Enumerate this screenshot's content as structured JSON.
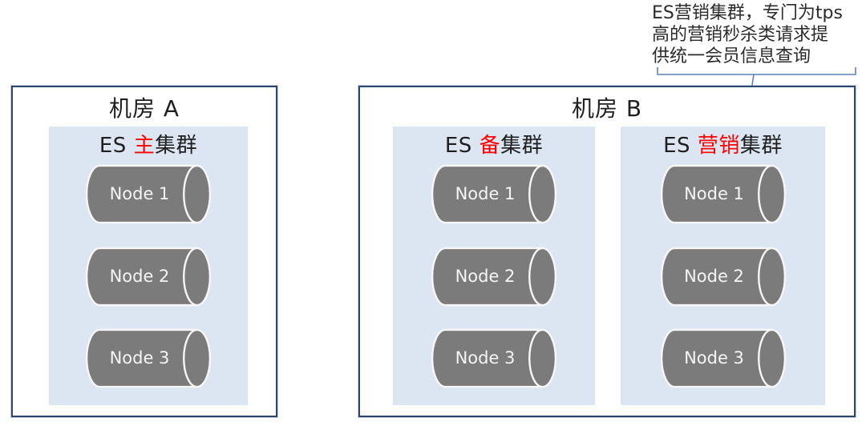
{
  "colors": {
    "border": "#2c4672",
    "cluster_bg": "#dce6f2",
    "cylinder": "#7b7b7b",
    "cylinder_stroke": "#f7f7f7",
    "text": "#1f1f1f",
    "highlight": "#ff0000",
    "node_text": "#f5f5f5",
    "callout_line": "#5e81bd"
  },
  "annotation": {
    "lines": [
      "ES营销集群，专门为tps",
      "高的营销秒杀类请求提",
      "供统一会员信息查询"
    ]
  },
  "rooms": [
    {
      "title": "机房 A"
    },
    {
      "title": "机房 B"
    }
  ],
  "clusters": [
    {
      "prefix": "ES ",
      "highlight": "主",
      "suffix": "集群",
      "nodes": [
        "Node 1",
        "Node 2",
        "Node 3"
      ]
    },
    {
      "prefix": "ES ",
      "highlight": "备",
      "suffix": "集群",
      "nodes": [
        "Node 1",
        "Node 2",
        "Node 3"
      ]
    },
    {
      "prefix": "ES ",
      "highlight": "营销",
      "suffix": "集群",
      "nodes": [
        "Node 1",
        "Node 2",
        "Node 3"
      ]
    }
  ]
}
